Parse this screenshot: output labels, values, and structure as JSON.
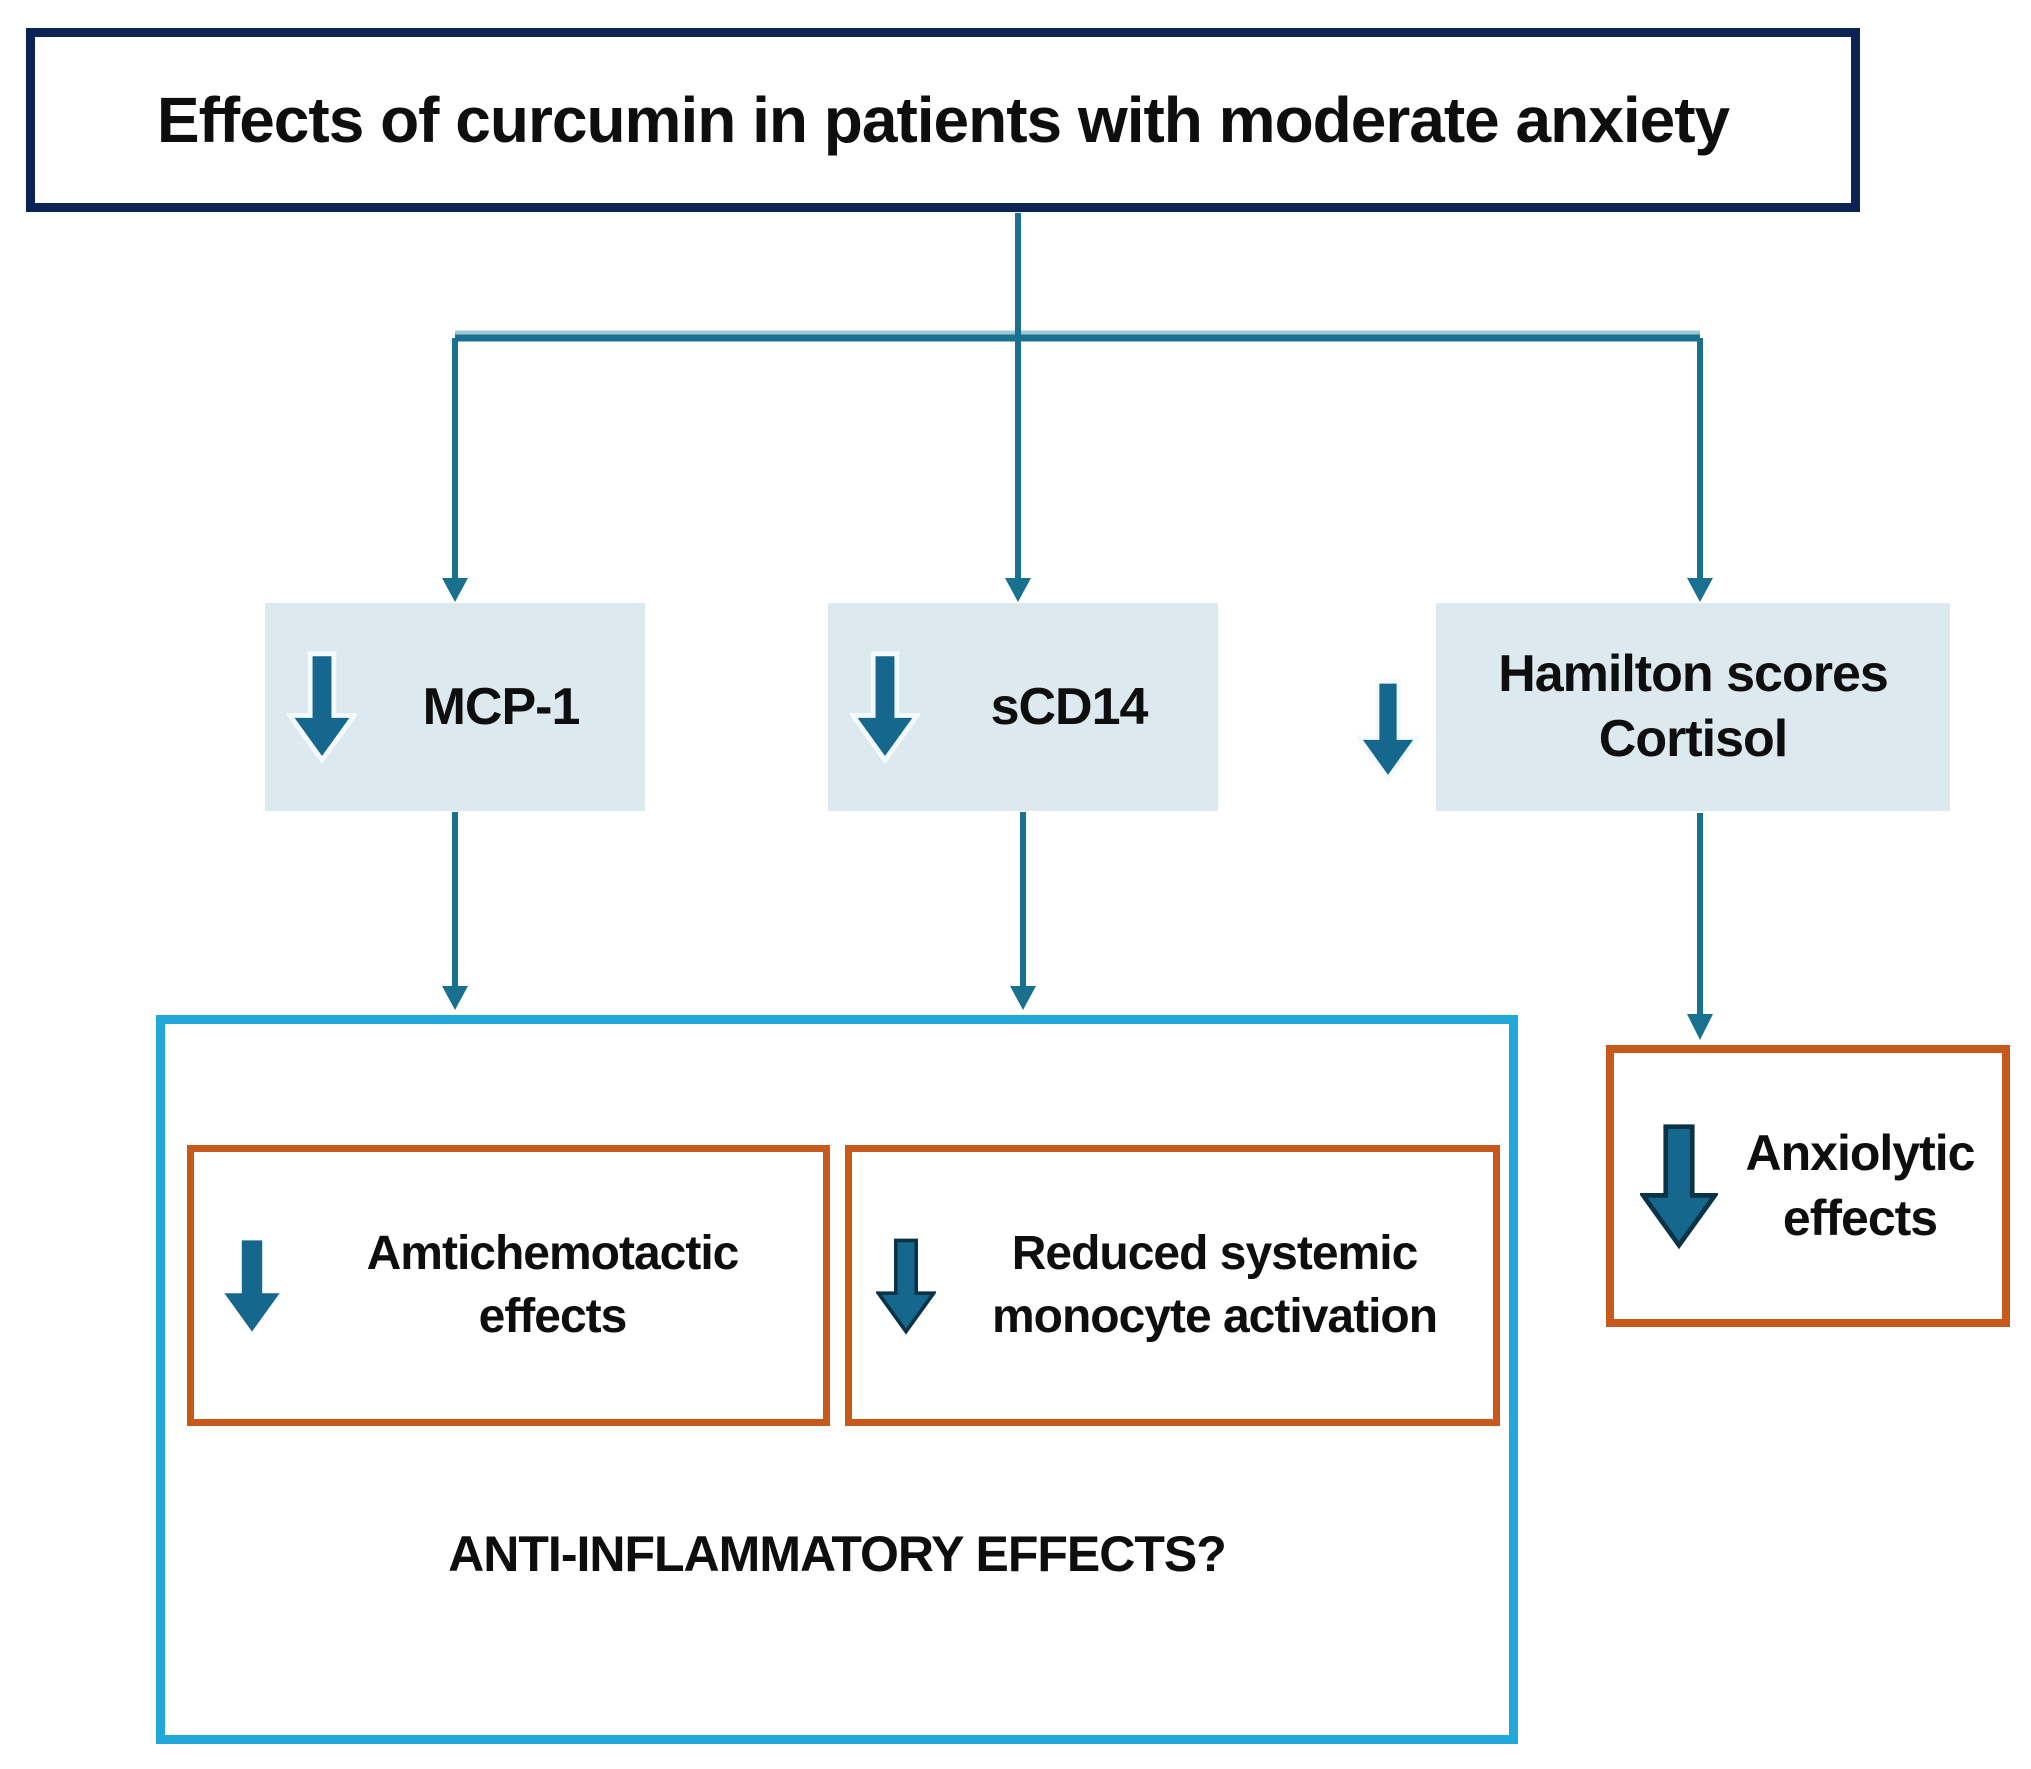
{
  "figure": {
    "title": "Effects of curcumin in patients with moderate anxiety"
  },
  "mediators": [
    {
      "id": "mcp1",
      "label": "MCP-1"
    },
    {
      "id": "scd14",
      "label": "sCD14"
    },
    {
      "id": "hamilton",
      "line1": "Hamilton scores",
      "line2": "Cortisol"
    }
  ],
  "outcomes": {
    "antichemotactic": {
      "line1": "Amtichemotactic",
      "line2": "effects"
    },
    "monocyte": {
      "line1": "Reduced systemic",
      "line2": "monocyte activation"
    },
    "anxiolytic": {
      "line1": "Anxiolytic",
      "line2": "effects"
    },
    "summary_question": "ANTI-INFLAMMATORY EFFECTS?"
  },
  "icons": {
    "down_arrow_glyph": "⬇"
  },
  "colors": {
    "title_border": "#0b2355",
    "connector_line": "#19718f",
    "connector_light": "#9ec9d6",
    "block_arrow_fill": "#15678e",
    "block_arrow_dark_outline": "#0a3346",
    "mediator_box_fill": "#dce9ee",
    "container_border": "#1fa8d8",
    "outcome_border": "#c6591b",
    "text": "#0e0e0e",
    "background": "#ffffff"
  }
}
